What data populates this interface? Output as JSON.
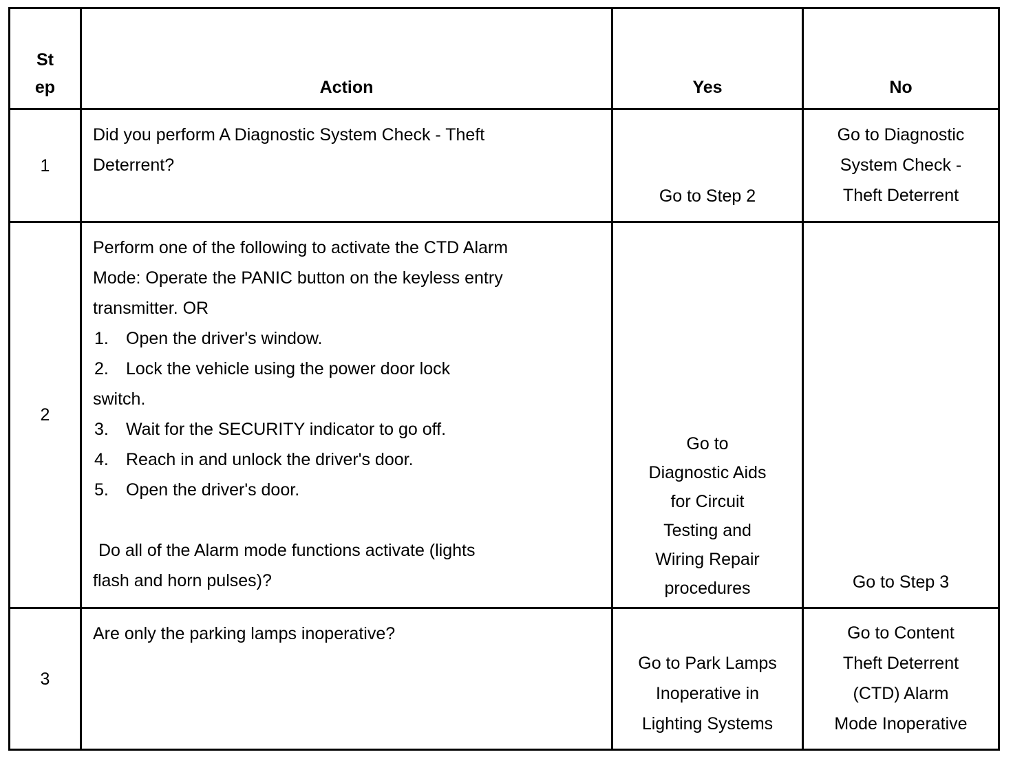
{
  "table": {
    "headers": {
      "step": [
        "St",
        "ep"
      ],
      "action": "Action",
      "yes": "Yes",
      "no": "No"
    },
    "rows": [
      {
        "step": "1",
        "action_lines": [
          "Did you perform A Diagnostic System Check - Theft",
          "Deterrent?"
        ],
        "yes_lines": [
          "Go to Step 2"
        ],
        "no_lines": [
          "Go to Diagnostic",
          "System Check -",
          "Theft Deterrent"
        ]
      },
      {
        "step": "2",
        "action_intro_lines": [
          "Perform one of the following to activate the CTD Alarm",
          "Mode: Operate the PANIC button on the keyless entry",
          "transmitter. OR"
        ],
        "action_steps": [
          {
            "num": "1.",
            "text": "Open the driver's window."
          },
          {
            "num": "2.",
            "text": "Lock the vehicle using the power door lock"
          },
          {
            "num": "",
            "text": "switch."
          },
          {
            "num": "3.",
            "text": "Wait for the SECURITY indicator to go off."
          },
          {
            "num": "4.",
            "text": "Reach in and unlock the driver's door."
          },
          {
            "num": "5.",
            "text": "Open the driver's door."
          }
        ],
        "action_question_lines": [
          "Do all of the Alarm mode functions activate (lights",
          "flash and horn pulses)?"
        ],
        "yes_lines": [
          "Go to",
          "Diagnostic Aids",
          "for Circuit",
          "Testing  and",
          "Wiring Repair",
          "procedures"
        ],
        "no_lines": [
          "Go to Step 3"
        ]
      },
      {
        "step": "3",
        "action_lines": [
          "Are only the parking lamps inoperative?"
        ],
        "yes_lines": [
          "Go to Park Lamps",
          "Inoperative in",
          "Lighting Systems"
        ],
        "no_lines": [
          "Go to Content",
          "Theft Deterrent",
          "(CTD) Alarm",
          "Mode Inoperative"
        ]
      }
    ]
  }
}
